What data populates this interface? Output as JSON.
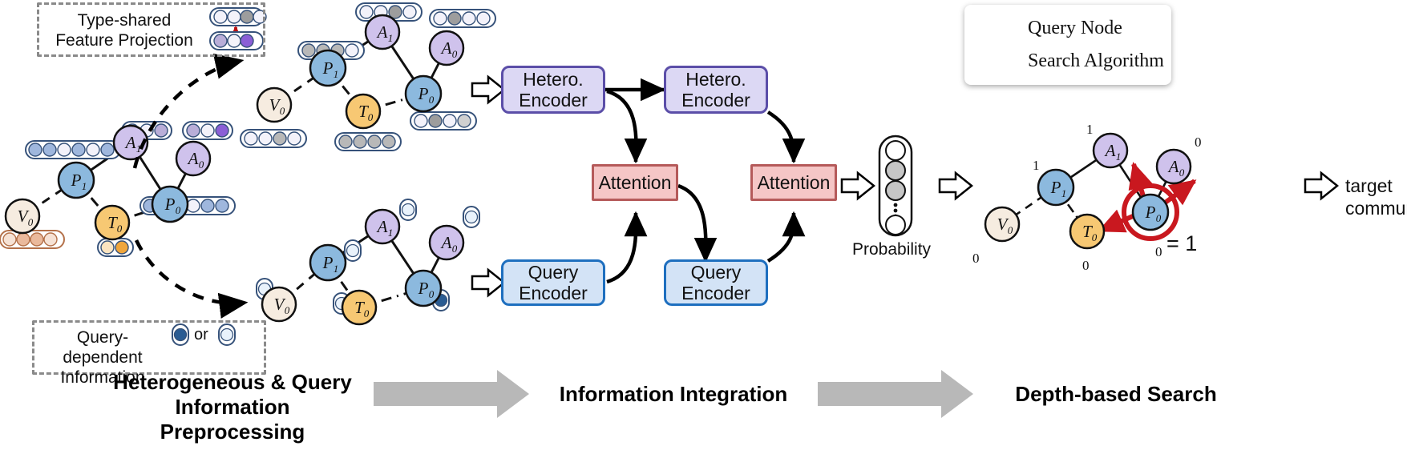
{
  "figure": {
    "title": "Heterogeneous & Query Information Preprocessing / Information Integration / Depth-based Search pipeline"
  },
  "legend": {
    "items": [
      {
        "icon": "query-node-icon",
        "label": "Query Node",
        "node": "P₀",
        "ring_color": "#c9181f"
      },
      {
        "icon": "red-arrow-icon",
        "label": "Search Algorithm",
        "color": "#b81212"
      }
    ]
  },
  "callouts": {
    "type_shared": {
      "line1": "Type-shared",
      "line2": "Feature Projection"
    },
    "query_dependent": {
      "line1": "Query-dependent",
      "line2": "Information",
      "or_label": "or"
    }
  },
  "stages": [
    {
      "id": "preprocessing",
      "line1": "Heterogeneous & Query",
      "line2": "Information Preprocessing"
    },
    {
      "id": "integration",
      "line1": "Information Integration",
      "line2": ""
    },
    {
      "id": "search",
      "line1": "Depth-based Search",
      "line2": ""
    }
  ],
  "modules": {
    "hetero_encoder_1": {
      "line1": "Hetero.",
      "line2": "Encoder"
    },
    "hetero_encoder_2": {
      "line1": "Hetero.",
      "line2": "Encoder"
    },
    "query_encoder_1": {
      "line1": "Query",
      "line2": "Encoder"
    },
    "query_encoder_2": {
      "line1": "Query",
      "line2": "Encoder"
    },
    "attention_1": {
      "label": "Attention"
    },
    "attention_2": {
      "label": "Attention"
    }
  },
  "probability": {
    "label": "Probability",
    "cells": [
      "white",
      "gray",
      "gray",
      "dots",
      "white"
    ]
  },
  "target": {
    "line1": "target",
    "line2": "community"
  },
  "result": {
    "equation": "= 1",
    "equation_subscript": "0"
  },
  "graph_nodes": {
    "A1": "A₁",
    "A0": "A₀",
    "P1": "P₁",
    "P0": "P₀",
    "V0": "V₀",
    "T0": "T₀"
  },
  "search_labels": {
    "A1_score": "1",
    "A0_score": "0",
    "P1_score": "1",
    "V0_score": "0",
    "T0_score": "0",
    "P0_score": "0"
  },
  "colors": {
    "node_paper": "#8cb9de",
    "node_author": "#cfc2ec",
    "node_venue": "#f6ece0",
    "node_term": "#f7c873",
    "hetero_fill": "#dcd8f4",
    "hetero_stroke": "#5b4ea8",
    "query_fill": "#d3e3f6",
    "query_stroke": "#1e6fbf",
    "attention_fill": "#f5c6c6",
    "attention_stroke": "#b55a5a",
    "search_red": "#c9181f",
    "stage_arrow": "#b8b8b8",
    "dash_border": "#8a8a8a"
  }
}
